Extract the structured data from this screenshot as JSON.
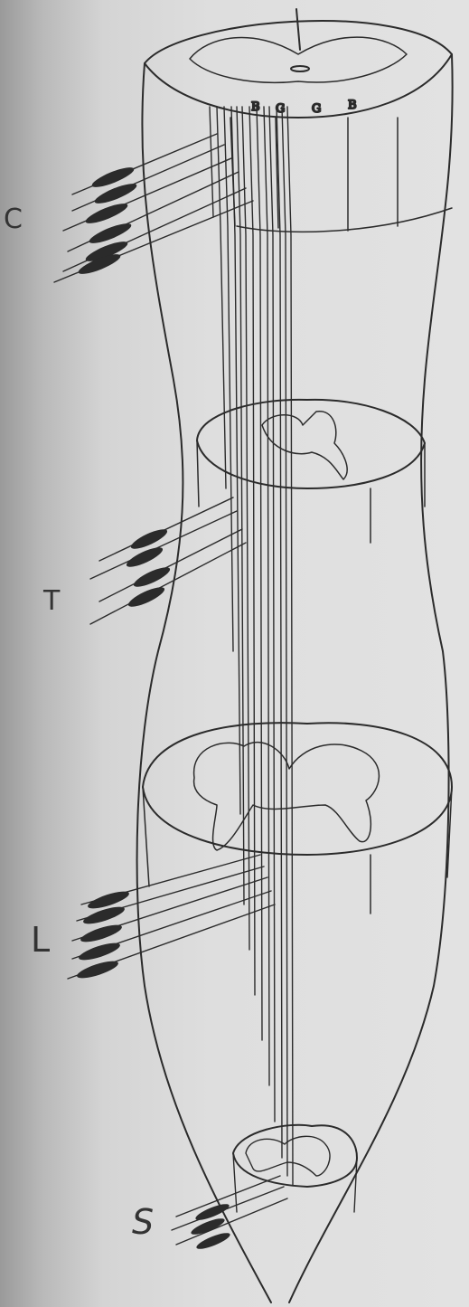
{
  "segments": {
    "cervical": "C",
    "thoracic": "T",
    "lumbar": "L",
    "sacral": "S"
  },
  "columns": {
    "left_outer": "B",
    "left_inner": "G",
    "right_inner": "G",
    "right_outer": "B"
  }
}
